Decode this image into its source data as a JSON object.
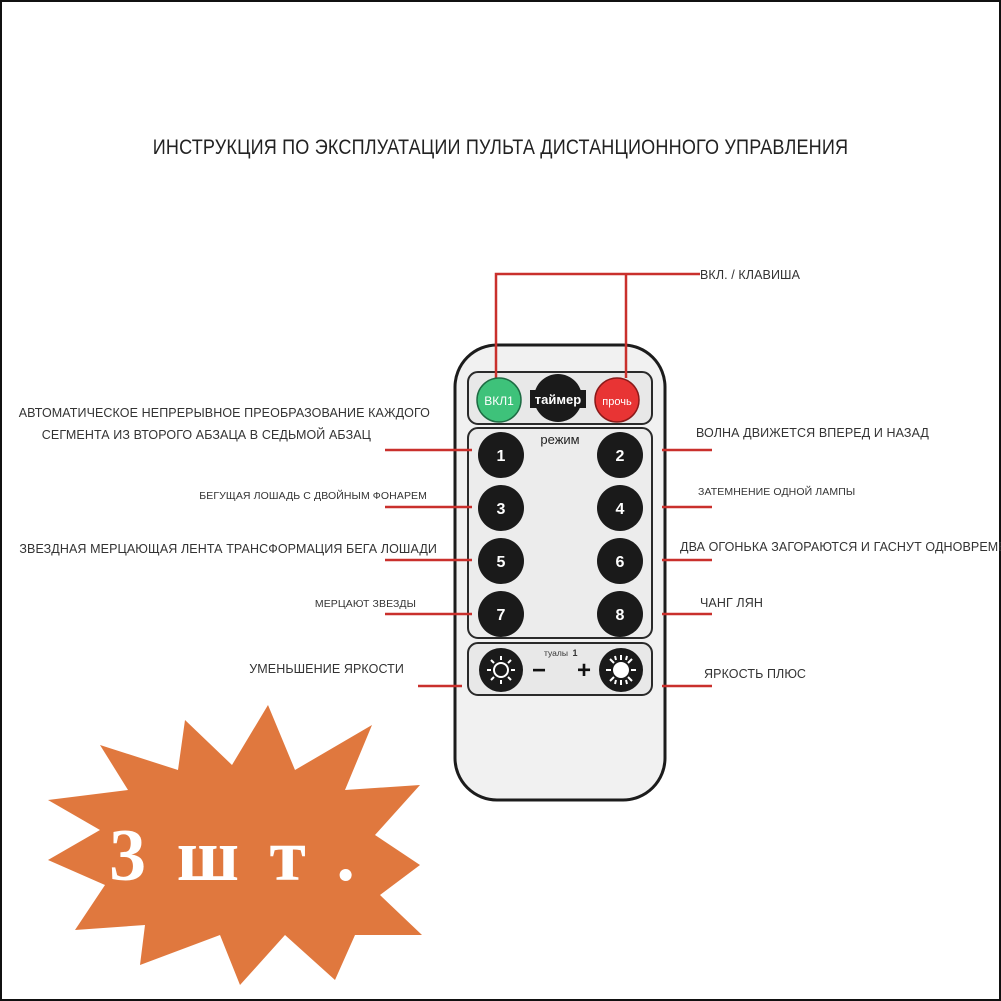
{
  "title": "ИНСТРУКЦИЯ ПО ЭКСПЛУАТАЦИИ ПУЛЬТА ДИСТАНЦИОННОГО УПРАВЛЕНИЯ",
  "colors": {
    "line": "#c9302c",
    "on_button": "#3ec27a",
    "off_button": "#e83434",
    "button": "#1a1a1a",
    "remote_body": "#eeeeee",
    "badge": "#e0783e"
  },
  "remote": {
    "on_label": "ВКЛ1",
    "timer_label": "таймер",
    "off_label": "прочь",
    "mode_label": "режим",
    "mode_buttons": [
      "1",
      "2",
      "3",
      "4",
      "5",
      "6",
      "7",
      "8"
    ],
    "bright_caption": "туалы",
    "bright_caption_mark": "1",
    "minus": "−",
    "plus": "+"
  },
  "labels": {
    "on_key": "ВКЛ. / КЛАВИША",
    "auto_line1": "АВТОМАТИЧЕСКОЕ НЕПРЕРЫВНОЕ ПРЕОБРАЗОВАНИЕ КАЖДОГО",
    "auto_line2": "СЕГМЕНТА ИЗ ВТОРОГО АБЗАЦА В СЕДЬМОЙ АБЗАЦ",
    "wave": "ВОЛНА ДВИЖЕТСЯ ВПЕРЕД И НАЗАД",
    "running_horse": "БЕГУЩАЯ ЛОШАДЬ С ДВОЙНЫМ ФОНАРЕМ",
    "dimming": "ЗАТЕМНЕНИЕ ОДНОЙ ЛАМПЫ",
    "star_strip": "ЗВЕЗДНАЯ МЕРЦАЮЩАЯ ЛЕНТА ТРАНСФОРМАЦИЯ БЕГА ЛОШАДИ",
    "two_lights": "ДВА ОГОНЬКА ЗАГОРАЮТСЯ И ГАСНУТ ОДНОВРЕМЕННО",
    "twinkle": "МЕРЦАЮТ ЗВЕЗДЫ",
    "chang_lyan": "ЧАНГ ЛЯН",
    "bright_down": "УМЕНЬШЕНИЕ ЯРКОСТИ",
    "bright_up": "ЯРКОСТЬ ПЛЮС"
  },
  "badge": {
    "text": "3 ш т ."
  }
}
